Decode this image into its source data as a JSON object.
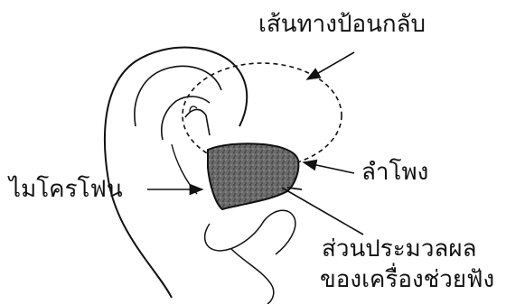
{
  "labels": {
    "feedback_path": "เส้นทางป้อนกลับ",
    "microphone": "ไมโครโฟน",
    "speaker": "ลำโพง",
    "processor_line1": "ส่วนประมวลผล",
    "processor_line2": "ของเครื่องช่วยฟัง"
  },
  "colors": {
    "ink": "#111111",
    "device_fill": "#5a5a5a",
    "background": "#ffffff"
  }
}
